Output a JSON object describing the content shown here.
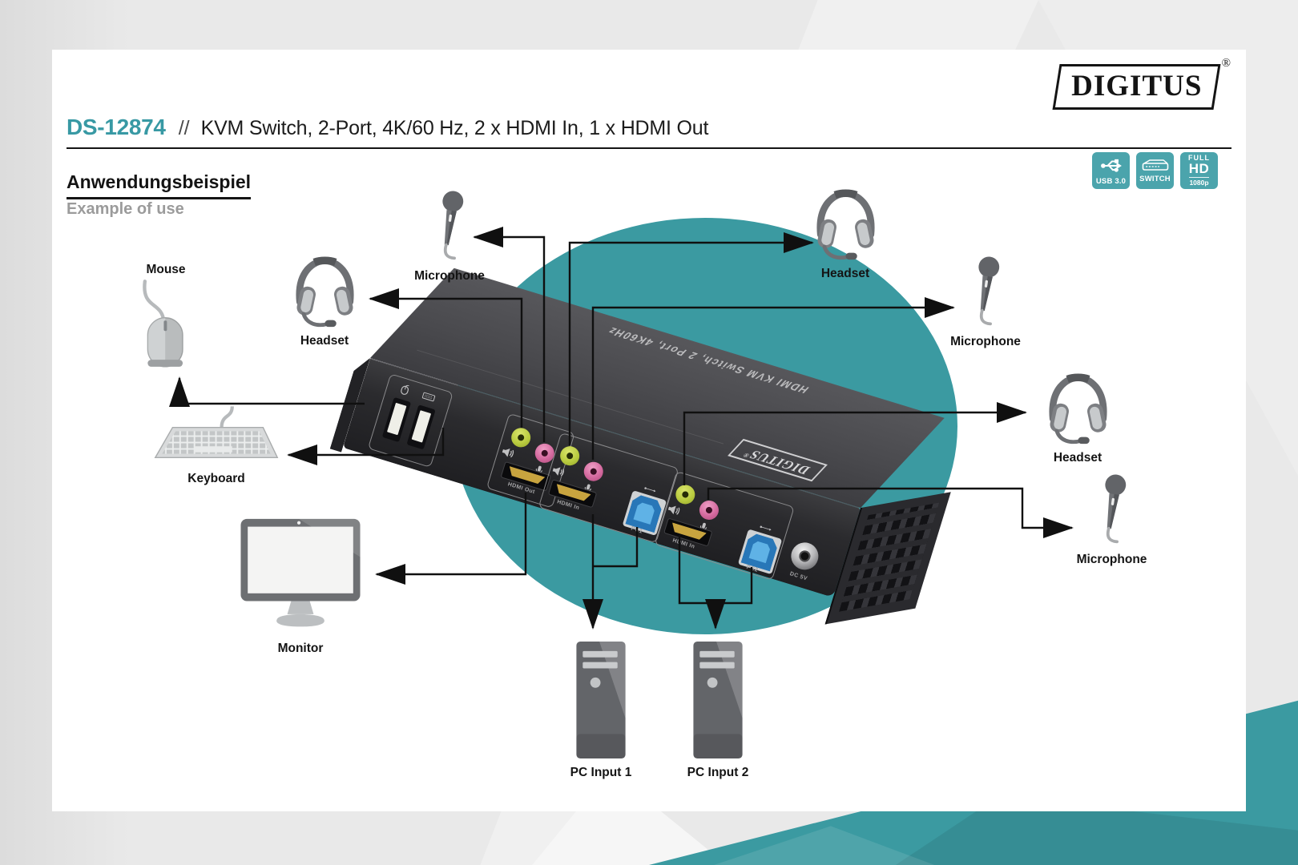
{
  "header": {
    "product_code": "DS-12874",
    "separator": "//",
    "product_title": "KVM Switch, 2-Port, 4K/60 Hz, 2 x HDMI In, 1 x HDMI Out",
    "brand": "DIGITUS",
    "registered_mark": "®"
  },
  "section": {
    "heading_de": "Anwendungsbeispiel",
    "heading_en": "Example of use"
  },
  "badges": [
    {
      "label": "USB 3.0"
    },
    {
      "label": "SWITCH"
    },
    {
      "line1": "FULL",
      "line2": "HD",
      "line3": "1080p"
    }
  ],
  "device": {
    "top_marking": "HDMI KVM Switch, 2 Port, 4K60Hz",
    "top_logo": "DIGITUS",
    "registered_mark": "®",
    "ports": {
      "hdmi_out": "HDMI Out",
      "hdmi_in": "HDMI In",
      "pc1": "PC1",
      "pc2": "PC2",
      "dc_power": "DC 5V"
    }
  },
  "labels": {
    "mouse": "Mouse",
    "headset_left": "Headset",
    "microphone_top": "Microphone",
    "keyboard": "Keyboard",
    "monitor": "Monitor",
    "headset_top_right": "Headset",
    "microphone_right": "Microphone",
    "headset_right": "Headset",
    "microphone_bottom_right": "Microphone",
    "pc_input_1": "PC Input 1",
    "pc_input_2": "PC Input 2"
  },
  "colors": {
    "accent": "#3B9AA1",
    "badge_tile": "#4BA4AC",
    "product_code": "#3899A4"
  }
}
